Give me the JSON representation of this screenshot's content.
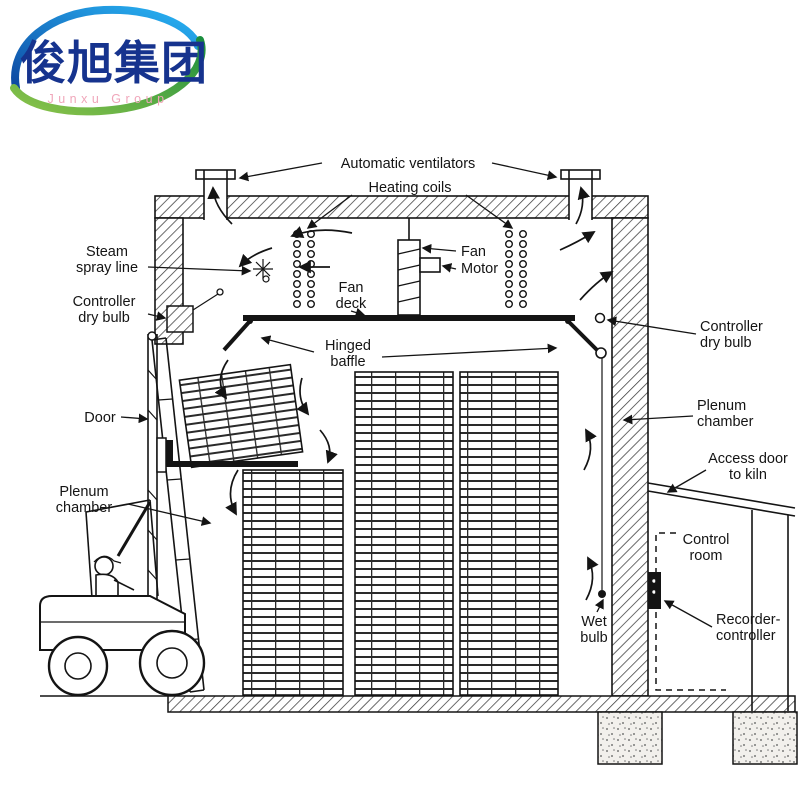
{
  "logo": {
    "name_cn": "俊旭集团",
    "name_en": "Junxu Group"
  },
  "labels": {
    "automatic_ventilators": "Automatic ventilators",
    "heating_coils": "Heating coils",
    "fan_motor": [
      "Fan",
      "Motor"
    ],
    "fan_deck": [
      "Fan",
      "deck"
    ],
    "steam_spray_line": [
      "Steam",
      "spray line"
    ],
    "controller_dry_bulb_left": [
      "Controller",
      "dry bulb"
    ],
    "hinged_baffle": [
      "Hinged",
      "baffle"
    ],
    "door": "Door",
    "plenum_chamber_left": [
      "Plenum",
      "chamber"
    ],
    "controller_dry_bulb_right": [
      "Controller",
      "dry bulb"
    ],
    "plenum_chamber_right": [
      "Plenum",
      "chamber"
    ],
    "access_door_to_kiln": [
      "Access door",
      "to kiln"
    ],
    "control_room": [
      "Control",
      "room"
    ],
    "wet_bulb": [
      "Wet",
      "bulb"
    ],
    "recorder_controller": [
      "Recorder-",
      "controller"
    ]
  },
  "colors": {
    "line": "#141414",
    "logo_blue": "#16338e",
    "logo_pink": "#f0a6ba",
    "swirl_blue_start": "#0d47a1",
    "swirl_blue_end": "#29b6f6",
    "swirl_green_start": "#8bc34a",
    "swirl_green_end": "#1b8e3e"
  }
}
